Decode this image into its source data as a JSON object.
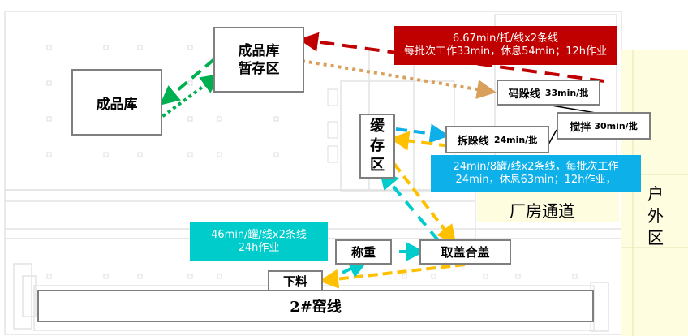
{
  "diagram": {
    "colors": {
      "red": "#c00000",
      "green": "#00b050",
      "tan": "#d9a05b",
      "blue": "#0eb0ea",
      "orange": "#ffc000",
      "teal": "#00cccc",
      "box_border": "#7f7f7f",
      "yard": "#fffde0"
    },
    "nodes": {
      "finished_warehouse": "成品库",
      "staging_line1": "成品库",
      "staging_line2": "暂存区",
      "buffer_1": "缓",
      "buffer_2": "存",
      "buffer_3": "区",
      "stacking_label": "码跺线",
      "stacking_rate": "33min/批",
      "unstacking_label": "拆跺线",
      "unstacking_rate": "24min/批",
      "mixing_label": "搅拌",
      "mixing_rate": "30min/批",
      "weighing": "称重",
      "lid": "取盖合盖",
      "unloading": "下料",
      "kiln": "2#窑线"
    },
    "zones": {
      "corridor": "厂房通道",
      "outdoor_1": "户",
      "outdoor_2": "外",
      "outdoor_3": "区"
    },
    "notes": {
      "red_line1": "6.67min/托/线x2条线",
      "red_line2": "每批次工作33min，休息54min；12h作业",
      "blue_line1": "24min/8罐/线x2条线，每批次工作",
      "blue_line2": "24min，休息63min；12h作业，",
      "teal_line1": "46min/罐/线x2条线",
      "teal_line2": "24h作业"
    }
  }
}
